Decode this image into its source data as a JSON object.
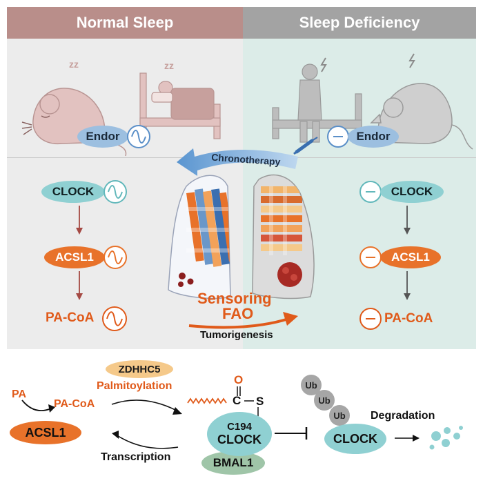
{
  "headers": {
    "normal": "Normal Sleep",
    "deficiency": "Sleep Deficiency"
  },
  "colors": {
    "normal_header": "#b98e8a",
    "deficiency_header": "#a3a3a3",
    "normal_bg": "#ececec",
    "deficiency_bg": "#dbece8",
    "clock_fill": "#8fd0d2",
    "acsl1_fill": "#e8722a",
    "endor_fill": "#9cbfe0",
    "pacoa_text": "#e05a1a",
    "palm_pill": "#f5c98a",
    "bmal1_fill": "#9fc5a8"
  },
  "left_column": {
    "endor": "Endor",
    "clock": "CLOCK",
    "acsl1": "ACSL1",
    "pacoa": "PA-CoA"
  },
  "right_column": {
    "endor": "Endor",
    "clock": "CLOCK",
    "acsl1": "ACSL1",
    "pacoa": "PA-CoA"
  },
  "center": {
    "chronotherapy": "Chronotherapy",
    "sensoring": "Sensoring",
    "fao": "FAO",
    "tumorigenesis": "Tumorigenesis"
  },
  "bottom": {
    "zdhhc5": "ZDHHC5",
    "palmitoylation": "Palmitoylation",
    "pa": "PA",
    "pacoa": "PA-CoA",
    "acsl1": "ACSL1",
    "transcription": "Transcription",
    "o": "O",
    "c": "C",
    "s": "S",
    "c194": "C194",
    "clock": "CLOCK",
    "bmal1": "BMAL1",
    "ub1": "Ub",
    "ub2": "Ub",
    "ub3": "Ub",
    "clock2": "CLOCK",
    "degradation": "Degradation"
  }
}
